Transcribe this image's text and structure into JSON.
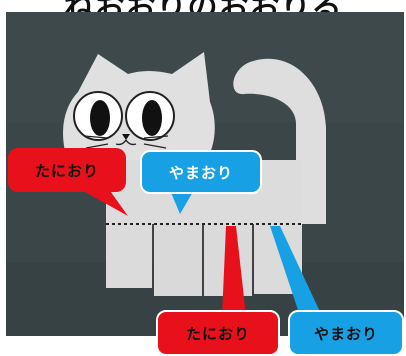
{
  "header": {
    "partial_text": "ねおおりのおおりる"
  },
  "labels": {
    "tani_top": "たにおり",
    "yama_top": "やまおり",
    "tani_bottom": "たにおり",
    "yama_bottom": "やまおり"
  },
  "colors": {
    "tani": "#e8101a",
    "yama": "#18a0e4",
    "tani_text": "#111111",
    "yama_text": "#ffffff",
    "background": "#3a4548",
    "paper": "#dcdcdc"
  }
}
